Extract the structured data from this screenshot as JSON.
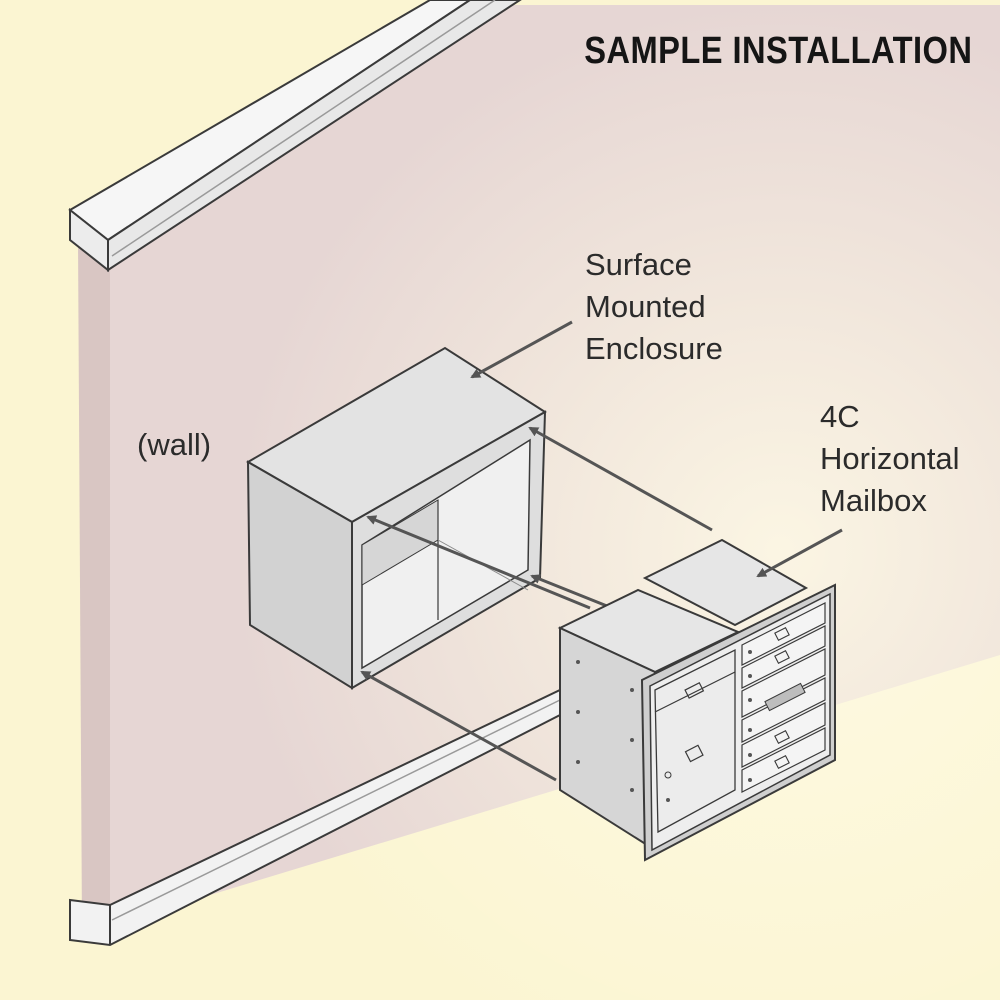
{
  "title": "SAMPLE INSTALLATION",
  "labels": {
    "enclosure": "Surface\nMounted\nEnclosure",
    "mailbox": "4C\nHorizontal\nMailbox",
    "wall": "(wall)"
  },
  "colors": {
    "background": "#fbf5d2",
    "wall": "#e6d6d4",
    "wall_edge": "#c9b7b4",
    "trim": "#f4f4f4",
    "line": "#3a3a3a",
    "arrow": "#555555",
    "metal_top": "#e3e3e3",
    "metal_side": "#d2d2d2",
    "metal_front": "#ececec"
  }
}
